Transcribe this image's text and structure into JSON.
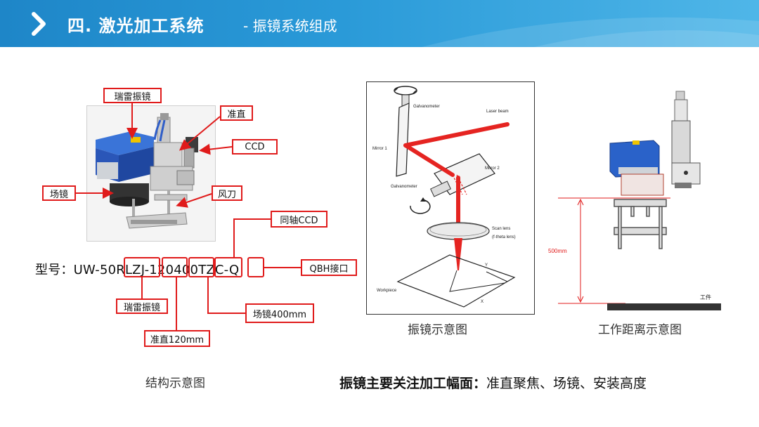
{
  "header": {
    "title_main": "四. 激光加工系统",
    "title_sub": "- 振镜系统组成"
  },
  "labels": {
    "galvo_head": "瑞雷振镜",
    "collimator": "准直",
    "ccd": "CCD",
    "field_lens": "场镜",
    "air_knife": "风刀",
    "coaxial_ccd": "同轴CCD",
    "qbh": "QBH接口",
    "galvo_bottom": "瑞雷振镜",
    "field_lens_400": "场镜400mm",
    "collimator_120": "准直120mm"
  },
  "model": {
    "prefix": "型号：UW-50",
    "code": "RLZJ-120400TZC-Q"
  },
  "diagram_labels": {
    "galvanometer_top": "Galvanometer",
    "laser_beam": "Laser beam",
    "mirror1": "Mirror 1",
    "mirror2": "Mirror 2",
    "galvanometer_mid": "Galvanometer",
    "scan_lens": "Scan lens",
    "ftheta": "(f-theta lens)",
    "axis_y": "Y",
    "axis_x": "X",
    "workpiece": "Workpiece"
  },
  "right_panel": {
    "distance": "500mm",
    "workpiece": "工件"
  },
  "captions": {
    "structure": "结构示意图",
    "galvo": "振镜示意图",
    "distance": "工作距离示意图"
  },
  "note": {
    "bold": "振镜主要关注加工幅面：",
    "rest": "准直聚焦、场镜、安装高度"
  },
  "colors": {
    "accent_red": "#e01b1b",
    "header_blue": "#1e86c8",
    "galvo_blue": "#2a62c9"
  }
}
